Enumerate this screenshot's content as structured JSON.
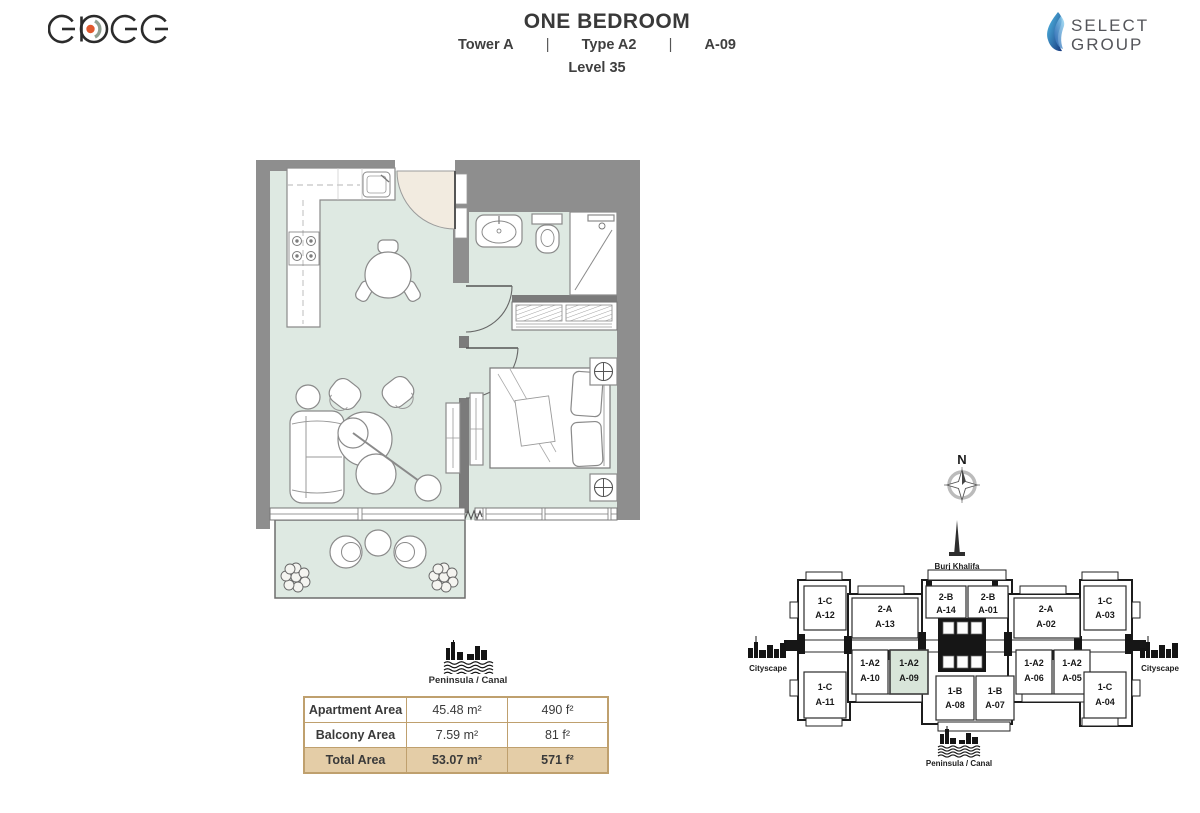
{
  "header": {
    "brand": "EDGE",
    "title": "ONE BEDROOM",
    "tower": "Tower A",
    "separator": "|",
    "unit_type": "Type A2",
    "unit_number": "A-09",
    "level": "Level 35",
    "developer": {
      "name_line1": "SELECT",
      "name_line2": "GROUP"
    }
  },
  "colors": {
    "wall_gray": "#8e8e8e",
    "floor_mint": "#dee9e2",
    "door_swing_beige": "#f2ebe0",
    "edge_logo_orange": "#e0592e",
    "edge_logo_sage": "#90a091",
    "select_blue_light": "#54c0ea",
    "select_blue_dark": "#16387e",
    "table_border_tan": "#bfa06e",
    "table_total_bg": "#e4cda7",
    "keyplan_highlight": "#d8e5d9"
  },
  "orientation": {
    "compass": "N",
    "landmark": "Burj Khalifa",
    "left_view": "Cityscape",
    "right_view": "Cityscape",
    "plan_water_label": "Peninsula / Canal",
    "keyplan_water_label": "Peninsula / Canal"
  },
  "keyplan": {
    "highlight_color": "#d8e5d9",
    "units": [
      {
        "type": "1-C",
        "number": "A-12"
      },
      {
        "type": "2-A",
        "number": "A-13"
      },
      {
        "type": "2-B",
        "number": "A-14"
      },
      {
        "type": "2-B",
        "number": "A-01"
      },
      {
        "type": "2-A",
        "number": "A-02"
      },
      {
        "type": "1-C",
        "number": "A-03"
      },
      {
        "type": "1-C",
        "number": "A-11"
      },
      {
        "type": "1-A2",
        "number": "A-10"
      },
      {
        "type": "1-A2",
        "number": "A-09",
        "highlighted": true
      },
      {
        "type": "1-B",
        "number": "A-08"
      },
      {
        "type": "1-B",
        "number": "A-07"
      },
      {
        "type": "1-A2",
        "number": "A-06"
      },
      {
        "type": "1-A2",
        "number": "A-05"
      },
      {
        "type": "1-C",
        "number": "A-04"
      }
    ]
  },
  "area_table": {
    "rows": [
      {
        "label": "Apartment Area",
        "metric": "45.48 m²",
        "imperial": "490 f²"
      },
      {
        "label": "Balcony Area",
        "metric": "7.59 m²",
        "imperial": "81 f²"
      },
      {
        "label": "Total Area",
        "metric": "53.07 m²",
        "imperial": "571 f²"
      }
    ]
  }
}
